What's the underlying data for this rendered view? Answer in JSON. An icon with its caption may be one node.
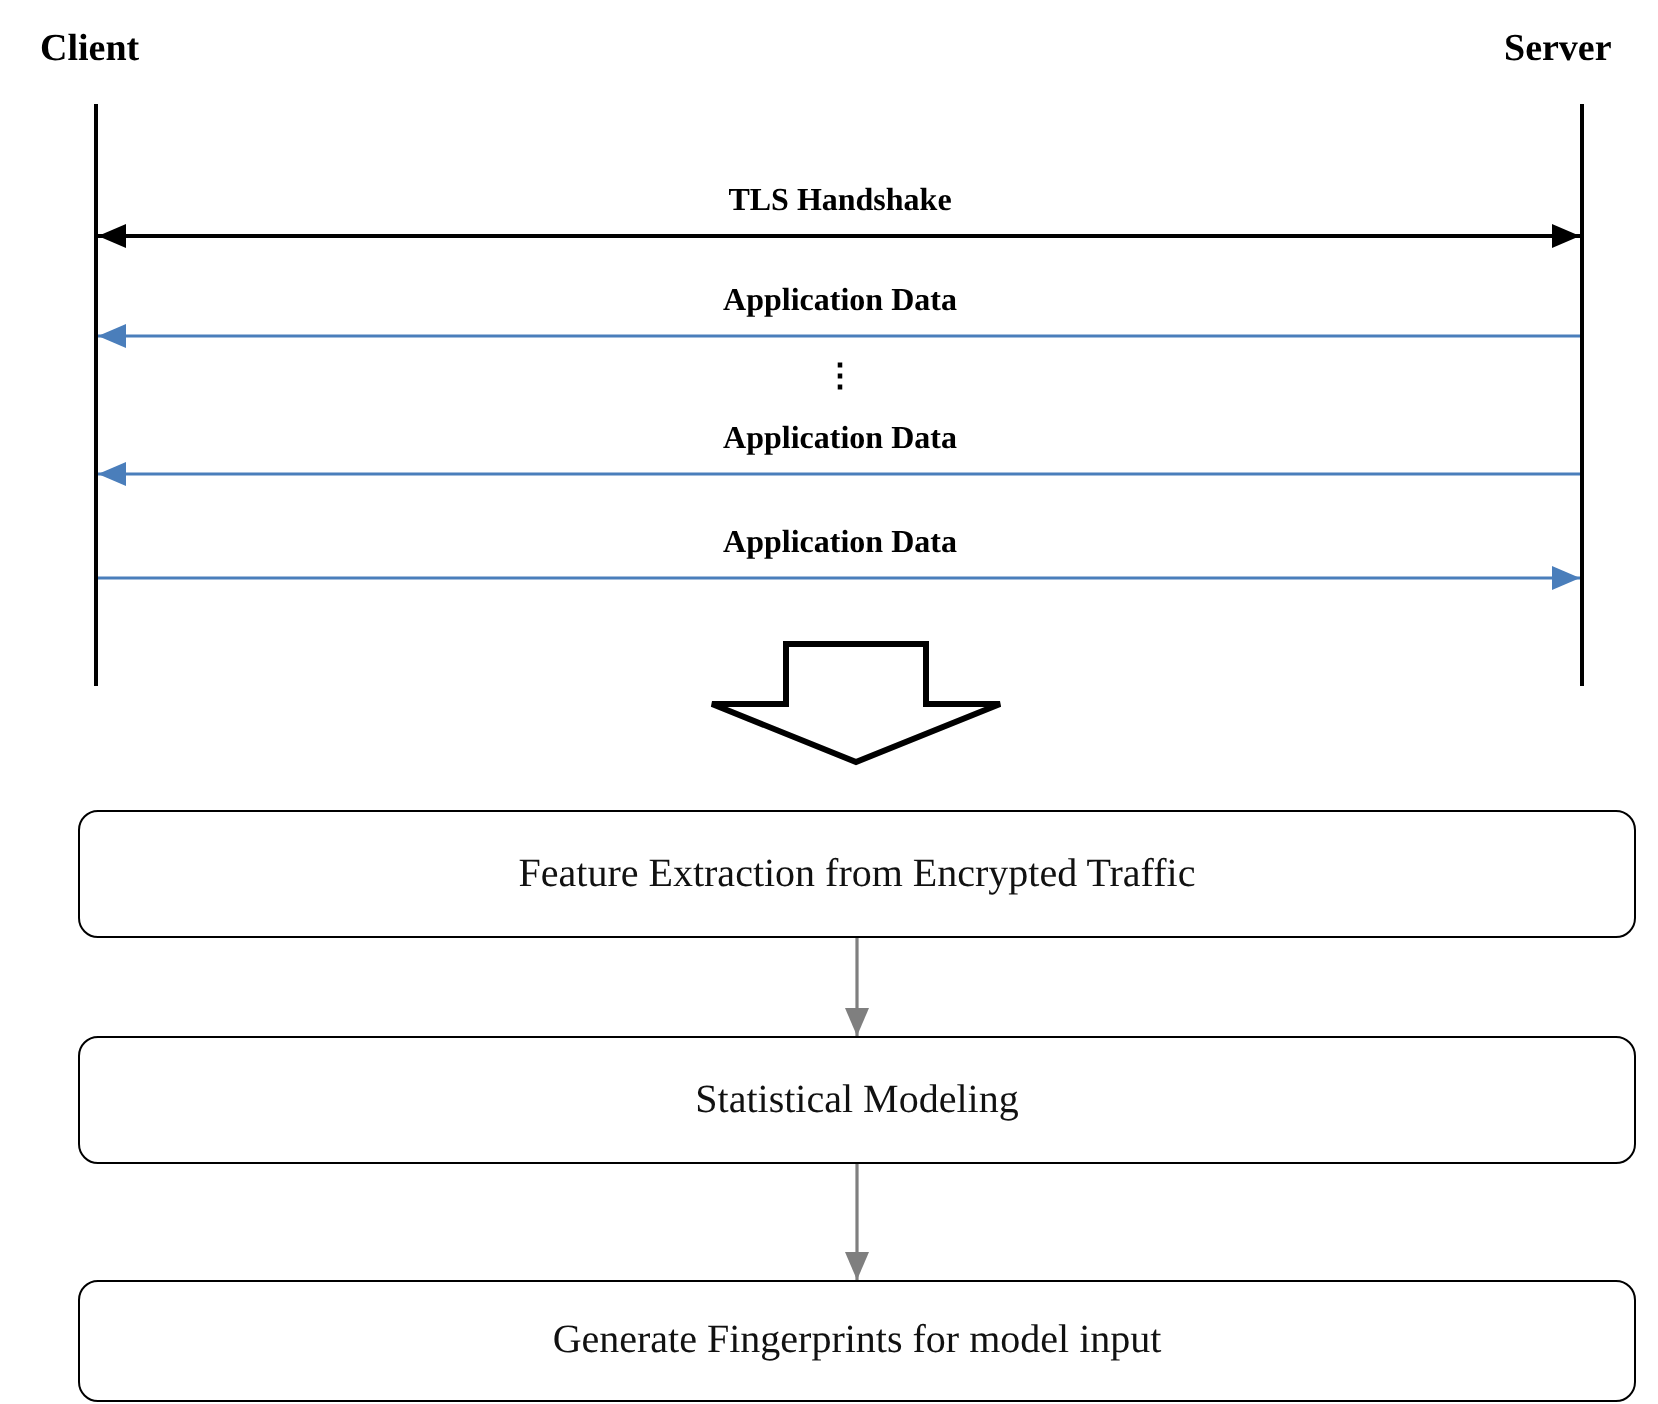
{
  "diagram": {
    "nodes": [
      {
        "text": [
          "Client"
        ]
      },
      {
        "text": [
          "Server"
        ]
      },
      {
        "text": [],
        "shape": "bar"
      },
      {
        "text": [],
        "shape": "bar"
      },
      {
        "text": [
          "Feature Extraction from Encrypted Traffic"
        ]
      },
      {
        "text": [
          "Statistical Modeling"
        ]
      },
      {
        "text": [
          "Generate Fingerprints for model input"
        ]
      }
    ],
    "edges": [
      {
        "from": 2,
        "to": 3,
        "arrow": "both",
        "label": "TLS Handshake",
        "color": "#000000"
      },
      {
        "from": 3,
        "to": 2,
        "arrow": "to",
        "label": "Application Data",
        "color": "#4a7ebb"
      },
      {
        "from": 3,
        "to": 2,
        "arrow": "to",
        "label": "Application Data",
        "color": "#4a7ebb"
      },
      {
        "from": 2,
        "to": 3,
        "arrow": "to",
        "label": "Application Data",
        "color": "#4a7ebb"
      },
      {
        "from": null,
        "to": 4,
        "arrow": "to",
        "style": "thick",
        "color": "#000000"
      },
      {
        "from": 4,
        "to": 5,
        "arrow": "to",
        "color": "#7f7f7f"
      },
      {
        "from": 5,
        "to": 6,
        "arrow": "to",
        "color": "#7f7f7f"
      }
    ],
    "labels": [
      "⋮"
    ]
  }
}
